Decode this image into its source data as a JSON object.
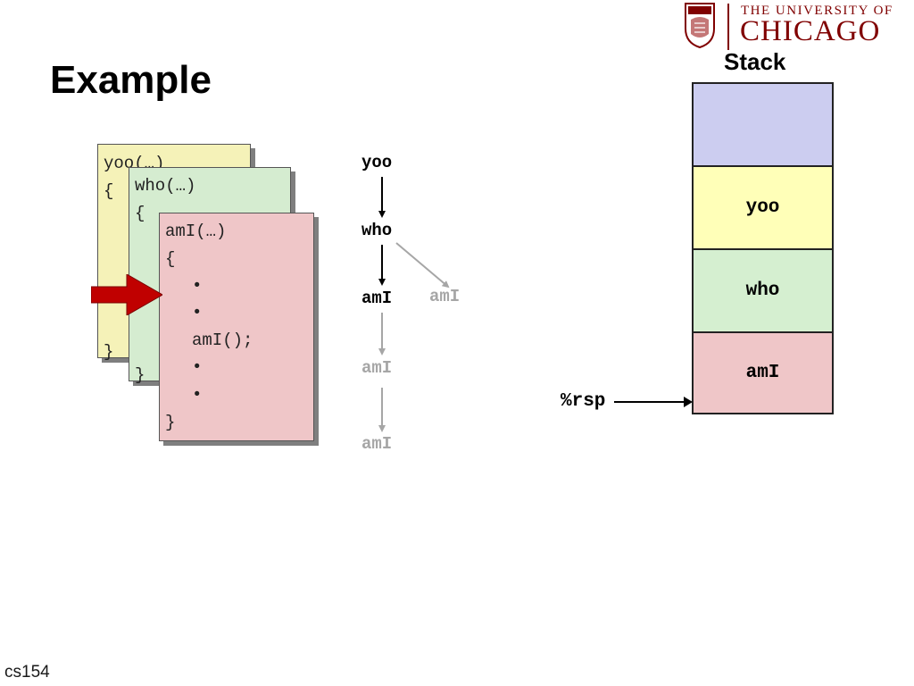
{
  "slide": {
    "title": "Example",
    "footer": "cs154"
  },
  "logo": {
    "line1": "THE UNIVERSITY OF",
    "line2": "CHICAGO",
    "color": "#800000"
  },
  "code_frames": [
    {
      "lines": [
        "yoo(…)",
        "{",
        "}"
      ],
      "color": "#f5f2b8"
    },
    {
      "lines": [
        "who(…)",
        "{",
        "}"
      ],
      "color": "#d5ecd0"
    },
    {
      "lines": [
        "amI(…)",
        "{",
        "•",
        "•",
        "amI();",
        "•",
        "•",
        "}"
      ],
      "color": "#efc6c8"
    }
  ],
  "call_tree": {
    "nodes": [
      "yoo",
      "who",
      "amI",
      "amI",
      "amI",
      "amI"
    ],
    "active_color": "#000000",
    "inactive_color": "#a6a6a6"
  },
  "stack": {
    "label": "Stack",
    "frames": [
      {
        "label": "",
        "color": "#cccdf0"
      },
      {
        "label": "yoo",
        "color": "#ffffb8"
      },
      {
        "label": "who",
        "color": "#d5efd0"
      },
      {
        "label": "amI",
        "color": "#efc6c8"
      }
    ],
    "pointer": "%rsp"
  },
  "arrow_color": "#c00000"
}
